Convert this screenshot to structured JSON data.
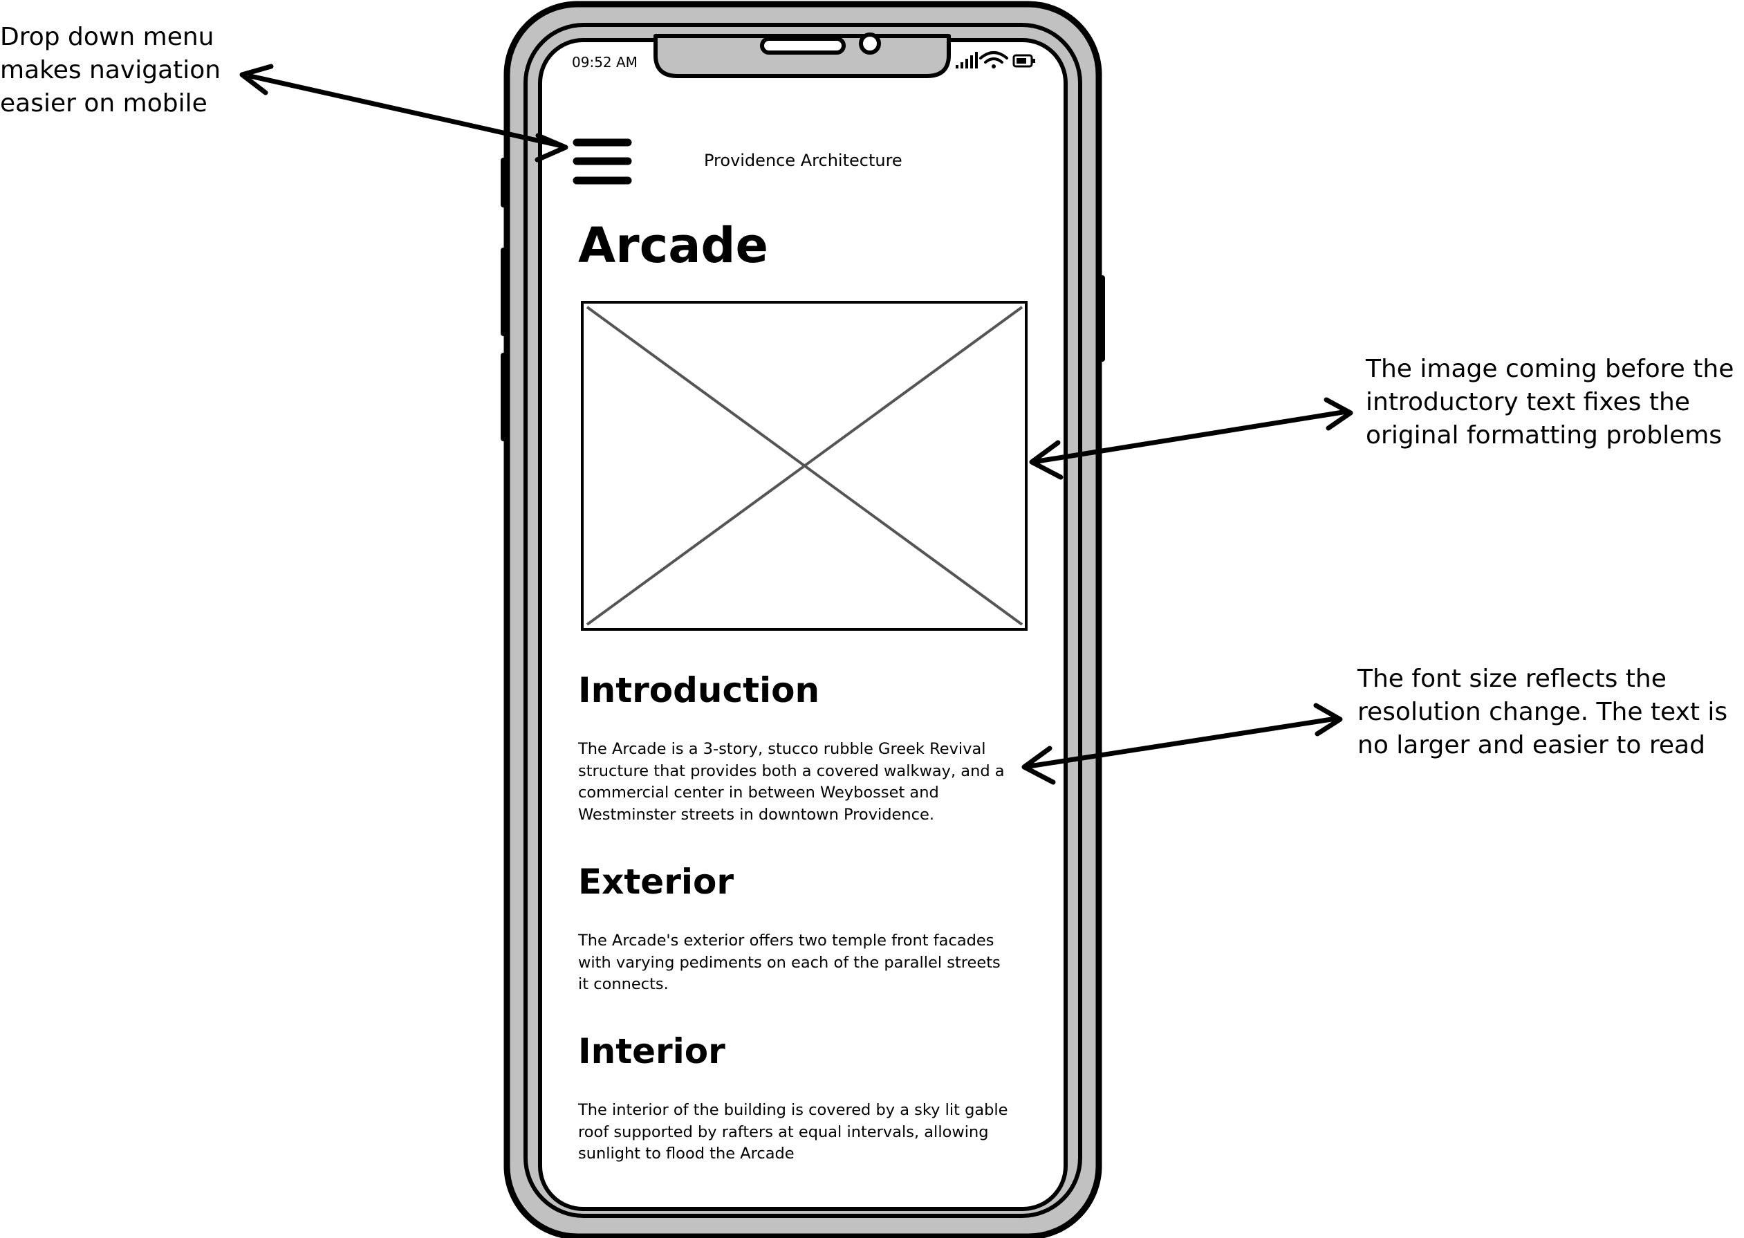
{
  "status_bar": {
    "time": "09:52 AM"
  },
  "header": {
    "title": "Providence Architecture"
  },
  "page": {
    "heading": "Arcade",
    "sections": [
      {
        "heading": "Introduction",
        "body_lines": [
          "The Arcade is a 3-story, stucco rubble Greek Revival",
          "structure that provides both a covered walkway, and a",
          "commercial center in between Weybosset and",
          "Westminster streets in downtown Providence."
        ]
      },
      {
        "heading": "Exterior",
        "body_lines": [
          "The Arcade's exterior offers two temple front facades",
          "with varying pediments on each of the parallel streets",
          "it connects."
        ]
      },
      {
        "heading": "Interior",
        "body_lines": [
          "The interior of the building is covered by a sky lit gable",
          "roof supported by rafters at equal intervals, allowing",
          "sunlight to flood the Arcade"
        ]
      }
    ]
  },
  "annotations": {
    "menu_note": [
      "Drop down menu",
      "makes navigation",
      "easier on mobile"
    ],
    "image_note": [
      "The image coming before the",
      "introductory text fixes the",
      "original formatting problems"
    ],
    "font_note": [
      "The font size reflects the",
      "resolution change. The text is",
      "no larger and easier to read"
    ]
  },
  "icons": {
    "menu": "hamburger-menu-icon",
    "image": "image-placeholder-icon",
    "signal": "signal-icon",
    "wifi": "wifi-icon",
    "battery": "battery-icon"
  },
  "colors": {
    "phone_frame": "#c1c1c1",
    "outline": "#000000",
    "placeholder_lines": "#555555",
    "screen": "#ffffff"
  }
}
